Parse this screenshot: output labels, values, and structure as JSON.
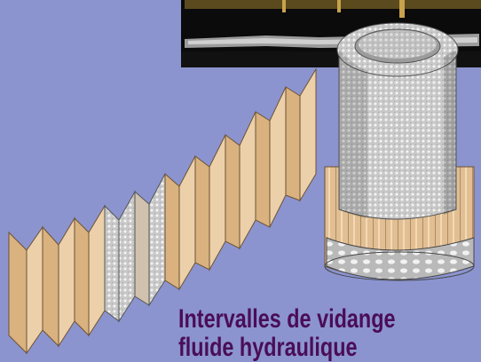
{
  "colors": {
    "background": "#8b94cf",
    "headline": "#4a0d57",
    "filter_paper": "#e2bf93",
    "mesh": "#d9d9d9",
    "photo_dark": "#0c0c0c",
    "photo_gold": "#c9a24c"
  },
  "icons": {
    "filter_element": "filter-cartridge-illustration",
    "pleated_media": "unfolded-pleated-filter-media-illustration",
    "photo": "filter-photo-inset"
  },
  "headline": {
    "line1": "Intervalles de vidange",
    "line2": "fluide hydraulique"
  }
}
